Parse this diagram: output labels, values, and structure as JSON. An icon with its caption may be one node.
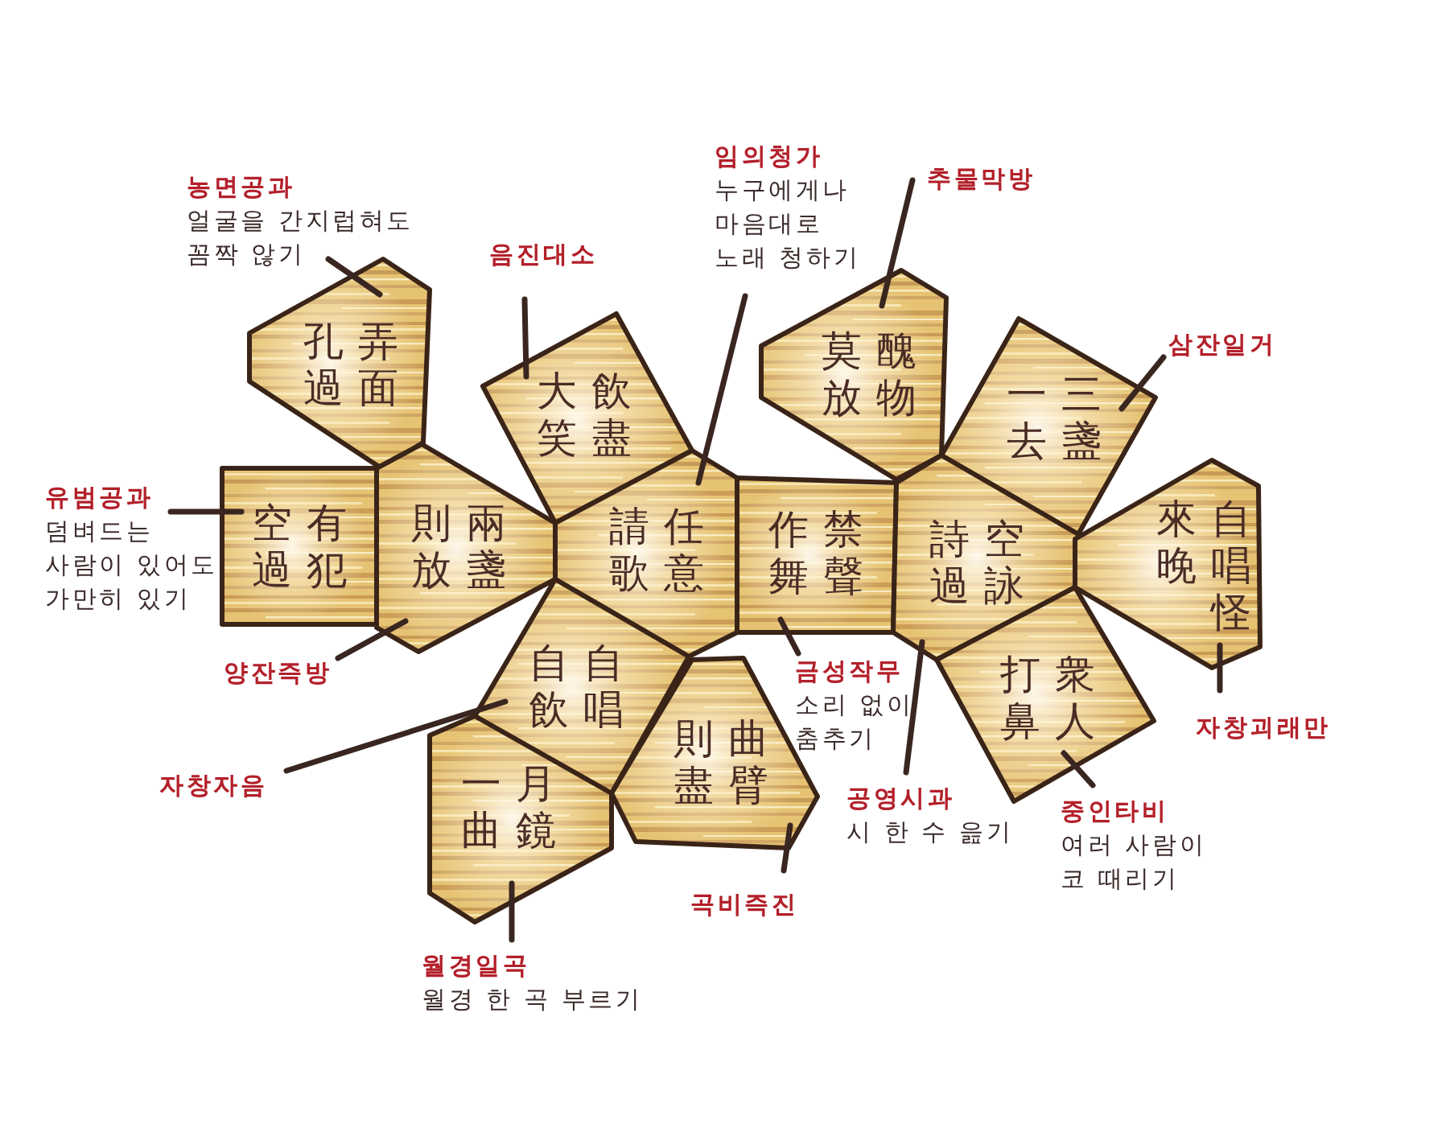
{
  "diagram": {
    "nodes": [
      {
        "text": [
          "농면공과",
          "얼굴을 간지럽혀도 꼼짝 않기"
        ]
      },
      {
        "text": [
          "음진대소"
        ]
      },
      {
        "text": [
          "임의청가",
          "누구에게나 마음대로 노래 청하기"
        ]
      },
      {
        "text": [
          "추물막방"
        ]
      },
      {
        "text": [
          "삼잔일거"
        ]
      },
      {
        "text": [
          "孔過",
          "弄面"
        ]
      },
      {
        "text": [
          "大笑",
          "飲盡"
        ]
      },
      {
        "text": [
          "莫放",
          "醜物"
        ]
      },
      {
        "text": [
          "一去",
          "三盞"
        ]
      },
      {
        "text": [
          "유범공과",
          "덤벼드는 사람이 있어도 가만히 있기"
        ]
      },
      {
        "text": [
          "空過",
          "有犯"
        ]
      },
      {
        "text": [
          "則放",
          "兩盞"
        ]
      },
      {
        "text": [
          "請歌",
          "任意"
        ]
      },
      {
        "text": [
          "作舞",
          "禁聲"
        ]
      },
      {
        "text": [
          "詩過",
          "空詠"
        ]
      },
      {
        "text": [
          "來晚",
          "自唱怪"
        ]
      },
      {
        "text": [
          "自飲",
          "自唱"
        ]
      },
      {
        "text": [
          "양잔즉방"
        ]
      },
      {
        "text": [
          "금성작무",
          "소리 없이 춤추기"
        ]
      },
      {
        "text": [
          "자창괴래만"
        ]
      },
      {
        "text": [
          "打鼻",
          "衆人"
        ]
      },
      {
        "text": [
          "자창자음"
        ]
      },
      {
        "text": [
          "一曲",
          "月鏡"
        ]
      },
      {
        "text": [
          "則盡",
          "曲臂"
        ]
      },
      {
        "text": [
          "공영시과",
          "시 한 수 읊기"
        ]
      },
      {
        "text": [
          "중인타비",
          "여러 사람이 코 때리기"
        ]
      },
      {
        "text": [
          "곡비즉진"
        ]
      },
      {
        "text": [
          "월경일곡",
          "월경 한 곡 부르기"
        ]
      }
    ],
    "edges": [
      {
        "from": 0,
        "to": 5,
        "arrow": "none"
      },
      {
        "from": 1,
        "to": 6,
        "arrow": "none"
      },
      {
        "from": 2,
        "to": 12,
        "arrow": "none"
      },
      {
        "from": 3,
        "to": 7,
        "arrow": "none"
      },
      {
        "from": 4,
        "to": 8,
        "arrow": "none"
      },
      {
        "from": 9,
        "to": 10,
        "arrow": "none"
      },
      {
        "from": 17,
        "to": 11,
        "arrow": "none"
      },
      {
        "from": 21,
        "to": 16,
        "arrow": "none"
      },
      {
        "from": 18,
        "to": 13,
        "arrow": "none"
      },
      {
        "from": 24,
        "to": 14,
        "arrow": "none"
      },
      {
        "from": 19,
        "to": 15,
        "arrow": "none"
      },
      {
        "from": 25,
        "to": 20,
        "arrow": "none"
      },
      {
        "from": 26,
        "to": 23,
        "arrow": "none"
      },
      {
        "from": 27,
        "to": 22,
        "arrow": "none"
      }
    ]
  }
}
